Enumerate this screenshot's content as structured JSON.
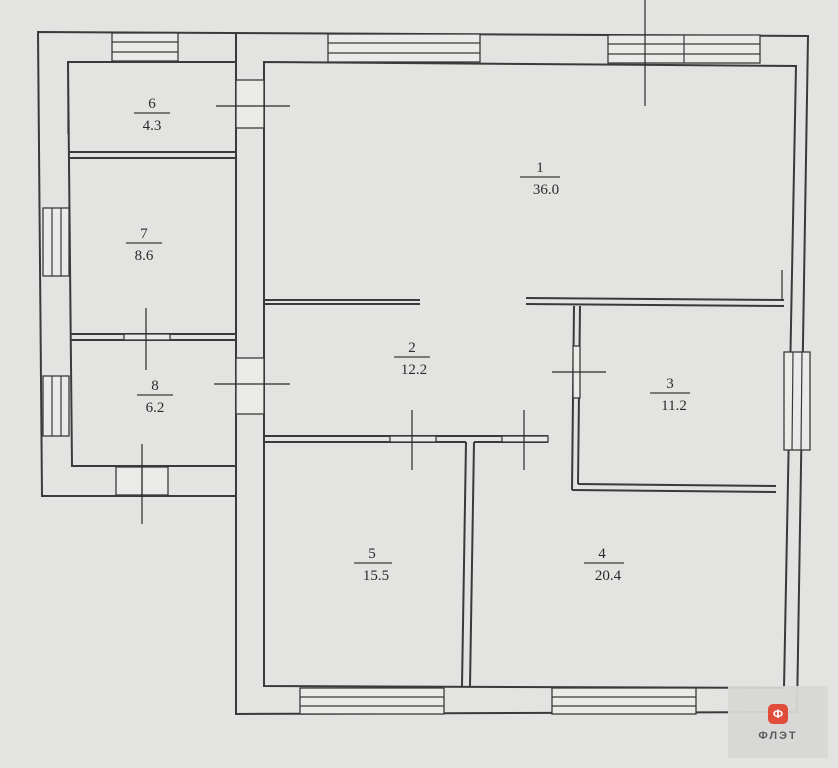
{
  "rooms": [
    {
      "id": "room-1",
      "number": "1",
      "area": "36.0"
    },
    {
      "id": "room-2",
      "number": "2",
      "area": "12.2"
    },
    {
      "id": "room-3",
      "number": "3",
      "area": "11.2"
    },
    {
      "id": "room-4",
      "number": "4",
      "area": "20.4"
    },
    {
      "id": "room-5",
      "number": "5",
      "area": "15.5"
    },
    {
      "id": "room-6",
      "number": "6",
      "area": "4.3"
    },
    {
      "id": "room-7",
      "number": "7",
      "area": "8.6"
    },
    {
      "id": "room-8",
      "number": "8",
      "area": "6.2"
    }
  ],
  "watermark": {
    "logo_letter": "Ф",
    "text": "ФЛЭТ"
  }
}
